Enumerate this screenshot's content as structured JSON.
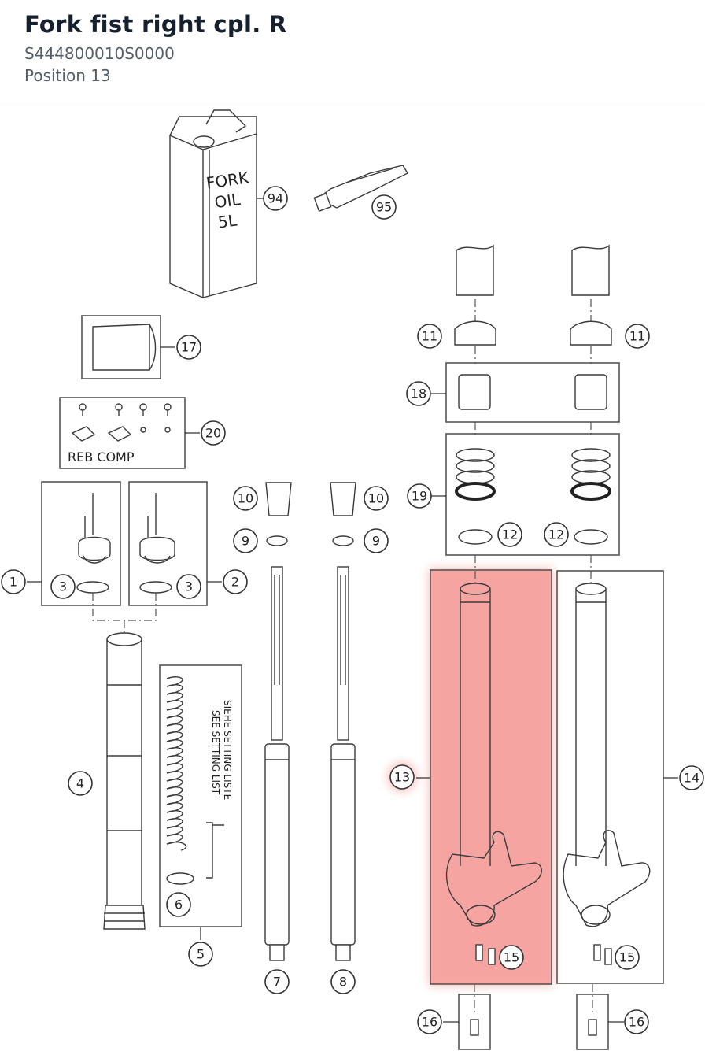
{
  "header": {
    "title": "Fork fist right cpl. R",
    "part_number": "S444800010S0000",
    "position": "Position 13"
  },
  "highlight": {
    "position": "13",
    "color": "#f58a86"
  },
  "diagram": {
    "oil_can_text": [
      "FORK",
      "OIL",
      "5L"
    ],
    "reb_comp_label": "REB COMP",
    "setting_note": [
      "SIEHE SETTING LISTE",
      "SEE SETTING LIST"
    ],
    "callouts": [
      "94",
      "95",
      "17",
      "20",
      "1",
      "2",
      "3",
      "3",
      "4",
      "5",
      "6",
      "7",
      "8",
      "9",
      "9",
      "10",
      "10",
      "11",
      "11",
      "12",
      "12",
      "13",
      "14",
      "15",
      "15",
      "16",
      "16",
      "18",
      "19"
    ]
  }
}
